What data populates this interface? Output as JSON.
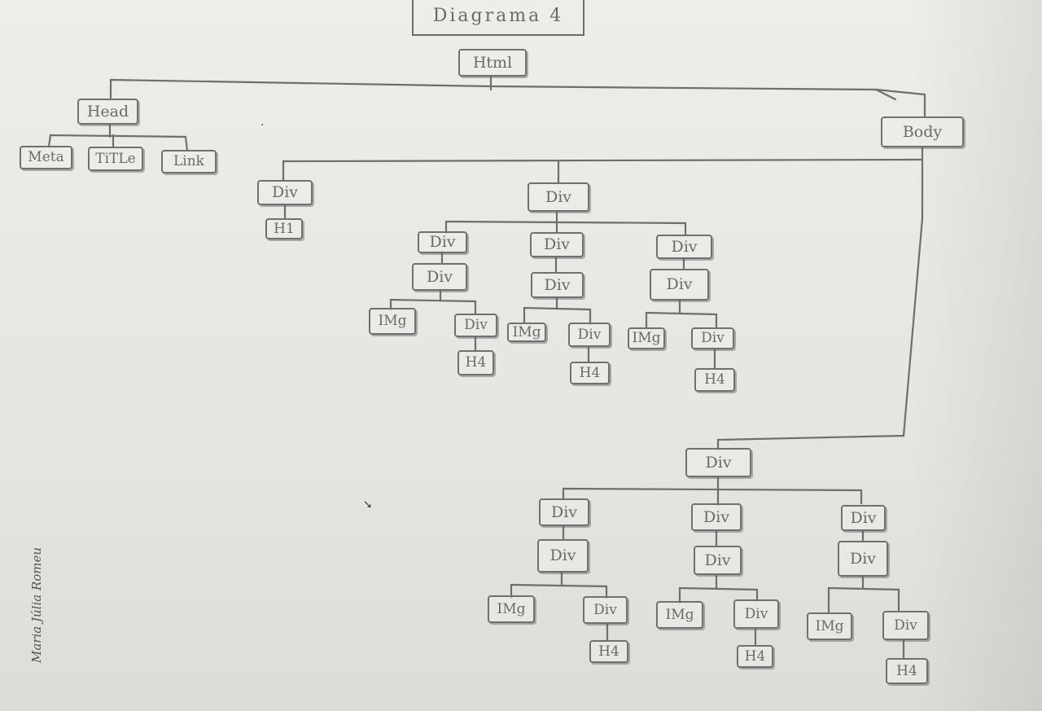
{
  "title": "Diagrama 4",
  "signature": "Maria Júlia Romeu",
  "nodes": {
    "html": "Html",
    "head": "Head",
    "meta": "Meta",
    "title": "TiTLe",
    "link": "Link",
    "body": "Body",
    "div_a": "Div",
    "h1": "H1",
    "div_b": "Div",
    "div": "Div",
    "img": "IMg",
    "h4": "H4"
  }
}
